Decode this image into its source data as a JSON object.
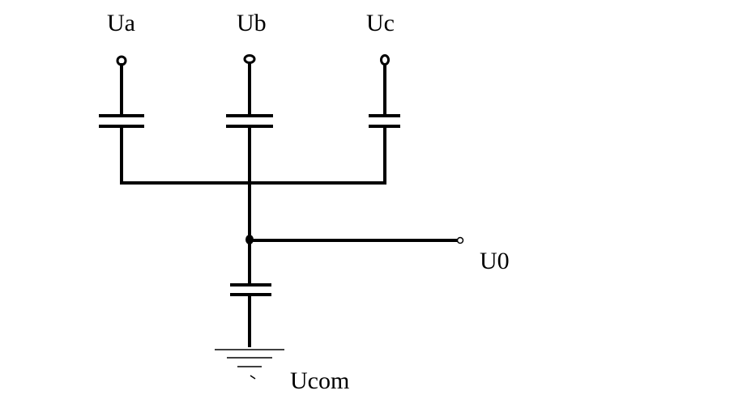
{
  "diagram": {
    "labels": {
      "phase_a": "Ua",
      "phase_b": "Ub",
      "phase_c": "Uc",
      "output": "U0",
      "common": "Ucom"
    }
  }
}
